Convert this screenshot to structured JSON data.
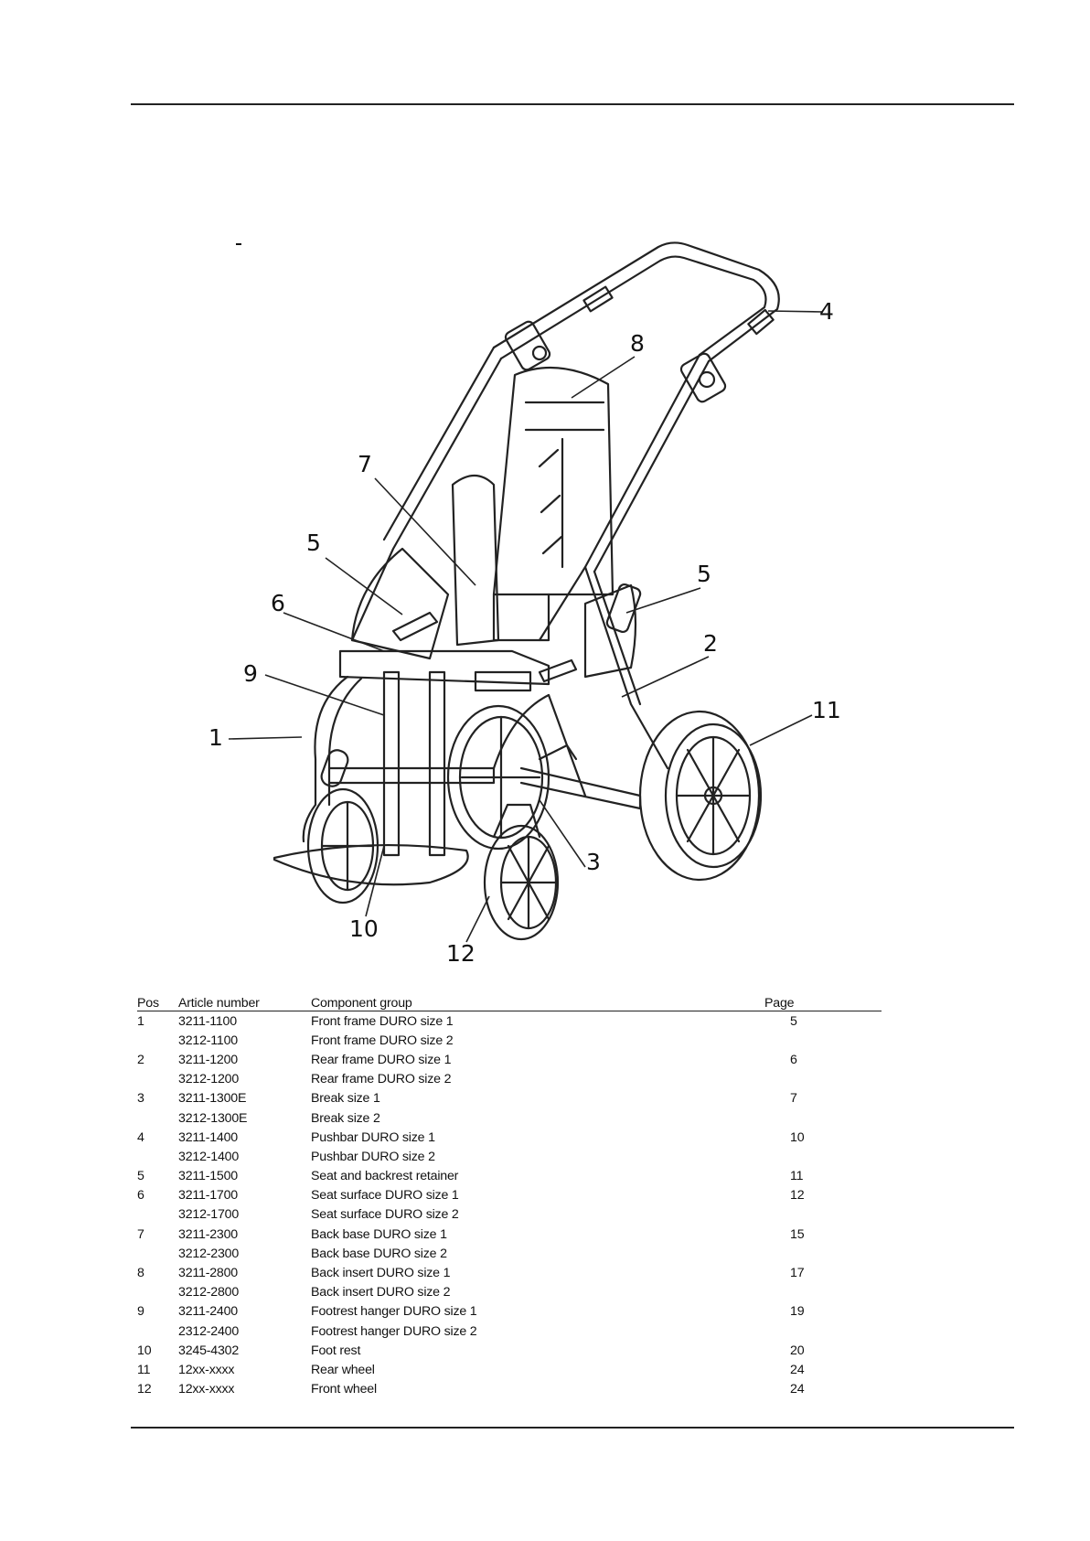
{
  "figure": {
    "callouts": [
      "1",
      "2",
      "3",
      "4",
      "5",
      "5",
      "6",
      "7",
      "8",
      "9",
      "10",
      "11",
      "12"
    ]
  },
  "table": {
    "headers": {
      "pos": "Pos",
      "article": "Article number",
      "group": "Component group",
      "page": "Page"
    },
    "rows": [
      {
        "pos": "1",
        "article": "3211-1100",
        "group": "Front frame DURO size 1",
        "page": "5"
      },
      {
        "pos": "",
        "article": "3212-1100",
        "group": "Front frame DURO size 2",
        "page": ""
      },
      {
        "pos": "2",
        "article": "3211-1200",
        "group": "Rear frame DURO size 1",
        "page": "6"
      },
      {
        "pos": "",
        "article": "3212-1200",
        "group": "Rear frame DURO size 2",
        "page": ""
      },
      {
        "pos": "3",
        "article": "3211-1300E",
        "group": "Break size 1",
        "page": "7"
      },
      {
        "pos": "",
        "article": "3212-1300E",
        "group": "Break size 2",
        "page": ""
      },
      {
        "pos": "4",
        "article": "3211-1400",
        "group": "Pushbar DURO size 1",
        "page": "10"
      },
      {
        "pos": "",
        "article": "3212-1400",
        "group": "Pushbar DURO size 2",
        "page": ""
      },
      {
        "pos": "5",
        "article": "3211-1500",
        "group": "Seat and backrest retainer",
        "page": "11"
      },
      {
        "pos": "6",
        "article": "3211-1700",
        "group": "Seat surface DURO size 1",
        "page": "12"
      },
      {
        "pos": "",
        "article": "3212-1700",
        "group": "Seat surface DURO size 2",
        "page": ""
      },
      {
        "pos": "7",
        "article": "3211-2300",
        "group": "Back base DURO size 1",
        "page": "15"
      },
      {
        "pos": "",
        "article": "3212-2300",
        "group": "Back base DURO size 2",
        "page": ""
      },
      {
        "pos": "8",
        "article": "3211-2800",
        "group": "Back insert DURO size 1",
        "page": "17"
      },
      {
        "pos": "",
        "article": "3212-2800",
        "group": "Back insert DURO size 2",
        "page": ""
      },
      {
        "pos": "9",
        "article": "3211-2400",
        "group": "Footrest hanger DURO size 1",
        "page": "19"
      },
      {
        "pos": "",
        "article": "2312-2400",
        "group": "Footrest hanger DURO size 2",
        "page": ""
      },
      {
        "pos": "10",
        "article": "3245-4302",
        "group": "Foot rest",
        "page": "20"
      },
      {
        "pos": "11",
        "article": "12xx-xxxx",
        "group": "Rear wheel",
        "page": "24"
      },
      {
        "pos": "12",
        "article": "12xx-xxxx",
        "group": "Front wheel",
        "page": "24"
      }
    ]
  }
}
